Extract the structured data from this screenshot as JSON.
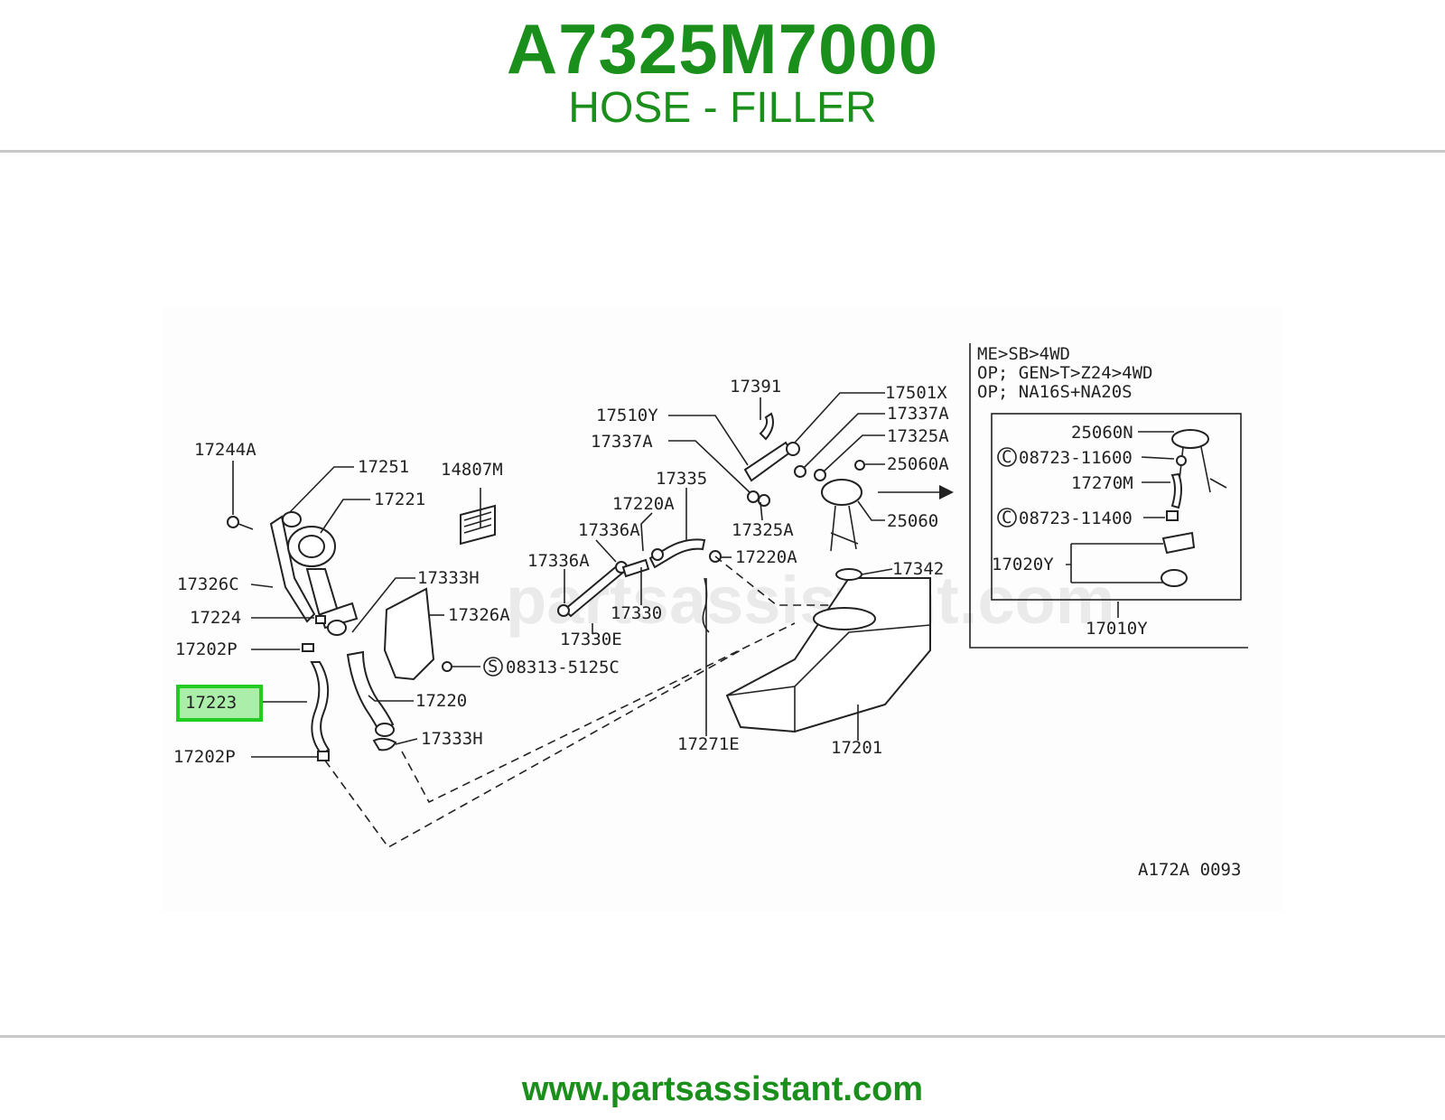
{
  "header": {
    "part_number": "A7325M7000",
    "part_name": "HOSE - FILLER"
  },
  "diagram": {
    "highlighted_label": "17223",
    "highlight_color": "#22cc22",
    "labels": [
      "17244A",
      "17251",
      "17221",
      "14807M",
      "17326C",
      "17224",
      "17202P",
      "17223",
      "17202P",
      "17333H",
      "17326A",
      "08313-5125C",
      "17220",
      "17333H",
      "17336A",
      "17336A",
      "17330",
      "17330E",
      "17220A",
      "17335",
      "17220A",
      "17271E",
      "17510Y",
      "17337A",
      "17391",
      "17325A",
      "17501X",
      "17337A",
      "17325A",
      "25060A",
      "25060",
      "17342",
      "17201",
      "A172A 0093"
    ],
    "inset": {
      "header_lines": [
        "ME>SB>4WD",
        "OP; GEN>T>Z24>4WD",
        "OP; NA16S+NA20S"
      ],
      "labels": [
        "25060N",
        "08723-11600",
        "17270M",
        "08723-11400",
        "17020Y",
        "17010Y"
      ]
    },
    "watermark": "partsassistant.com"
  },
  "footer": {
    "url": "www.partsassistant.com"
  }
}
